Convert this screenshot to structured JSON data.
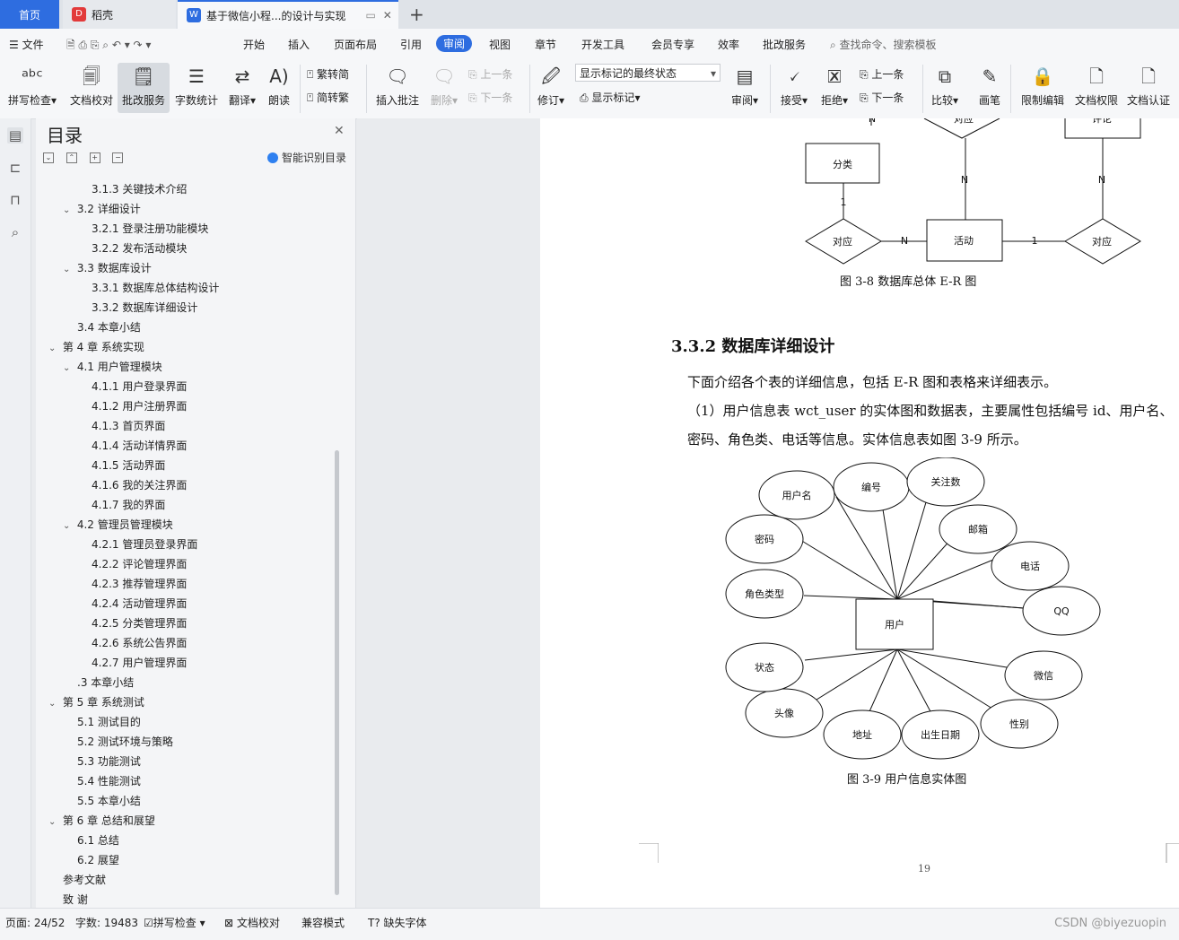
{
  "tabs": {
    "home": "首页",
    "daoke": "稻壳",
    "doc": "基于微信小程...的设计与实现"
  },
  "menu": {
    "file": "文件",
    "items": [
      "开始",
      "插入",
      "页面布局",
      "引用",
      "审阅",
      "视图",
      "章节",
      "开发工具",
      "会员专享",
      "效率",
      "批改服务"
    ],
    "search": "查找命令、搜索模板"
  },
  "ribbon": {
    "spell": "拼写检查",
    "proof": "文档校对",
    "review_service": "批改服务",
    "wordcount": "字数统计",
    "translate": "翻译",
    "read": "朗读",
    "trad": "繁转简",
    "simp": "简转繁",
    "insert_comment": "插入批注",
    "delete": "删除",
    "prev": "上一条",
    "next": "下一条",
    "track": "修订",
    "display_select": "显示标记的最终状态",
    "show_marks": "显示标记",
    "review": "审阅",
    "accept": "接受",
    "reject": "拒绝",
    "prev2": "上一条",
    "next2": "下一条",
    "compare": "比较",
    "pen": "画笔",
    "restrict": "限制编辑",
    "perm": "文档权限",
    "cert": "文档认证"
  },
  "toc": {
    "title": "目录",
    "smart": "智能识别目录",
    "items": [
      {
        "text": "3.1.3  关键技术介绍"
      },
      {
        "text": "3.2    详细设计"
      },
      {
        "text": "3.2.1    登录注册功能模块"
      },
      {
        "text": "3.2.2    发布活动模块"
      },
      {
        "text": "3.3    数据库设计"
      },
      {
        "text": "3.3.1    数据库总体结构设计"
      },
      {
        "text": "3.3.2    数据库详细设计"
      },
      {
        "text": "3.4    本章小结"
      },
      {
        "text": "第 4 章    系统实现"
      },
      {
        "text": "4.1    用户管理模块"
      },
      {
        "text": "4.1.1    用户登录界面"
      },
      {
        "text": "4.1.2    用户注册界面"
      },
      {
        "text": "4.1.3    首页界面"
      },
      {
        "text": "4.1.4    活动详情界面"
      },
      {
        "text": "4.1.5    活动界面"
      },
      {
        "text": "4.1.6    我的关注界面"
      },
      {
        "text": "4.1.7    我的界面"
      },
      {
        "text": "4.2    管理员管理模块"
      },
      {
        "text": "4.2.1    管理员登录界面"
      },
      {
        "text": "4.2.2    评论管理界面"
      },
      {
        "text": "4.2.3    推荐管理界面"
      },
      {
        "text": "4.2.4    活动管理界面"
      },
      {
        "text": "4.2.5    分类管理界面"
      },
      {
        "text": "4.2.6    系统公告界面"
      },
      {
        "text": "4.2.7    用户管理界面"
      },
      {
        "text": ".3    本章小结"
      },
      {
        "text": "第 5 章    系统测试"
      },
      {
        "text": "5.1    测试目的"
      },
      {
        "text": "5.2    测试环境与策略"
      },
      {
        "text": "5.3    功能测试"
      },
      {
        "text": "5.4    性能测试"
      },
      {
        "text": "5.5    本章小结"
      },
      {
        "text": "第 6 章    总结和展望"
      },
      {
        "text": "6.1    总结"
      },
      {
        "text": "6.2    展望"
      },
      {
        "text": "参考文献"
      },
      {
        "text": "致    谢"
      }
    ]
  },
  "doc": {
    "er_top": {
      "category": "分类",
      "activity": "活动",
      "relate": "对应",
      "n": "N",
      "one": "1",
      "top_partial_left": "对应",
      "top_partial_right": "评论"
    },
    "fig38": "图 3-8    数据库总体 E-R 图",
    "section": "3.3.2    数据库详细设计",
    "para1": "下面介绍各个表的详细信息，包括 E-R 图和表格来详细表示。",
    "para2": "（1）用户信息表  wct_user 的实体图和数据表，主要属性包括编号 id、用户名、",
    "para3": "密码、角色类、电话等信息。实体信息表如图 3-9 所示。",
    "er_user": {
      "entity": "用户",
      "attrs": [
        "用户名",
        "编号",
        "关注数",
        "邮箱",
        "电话",
        "QQ",
        "微信",
        "性别",
        "出生日期",
        "地址",
        "头像",
        "状态",
        "角色类型",
        "密码"
      ]
    },
    "fig39": "图 3-9    用户信息实体图",
    "page_number": "19"
  },
  "status": {
    "page": "页面: 24/52",
    "words": "字数: 19483",
    "spell": "拼写检查",
    "proof": "文档校对",
    "compat": "兼容模式",
    "font": "缺失字体",
    "watermark": "CSDN @biyezuopin"
  }
}
